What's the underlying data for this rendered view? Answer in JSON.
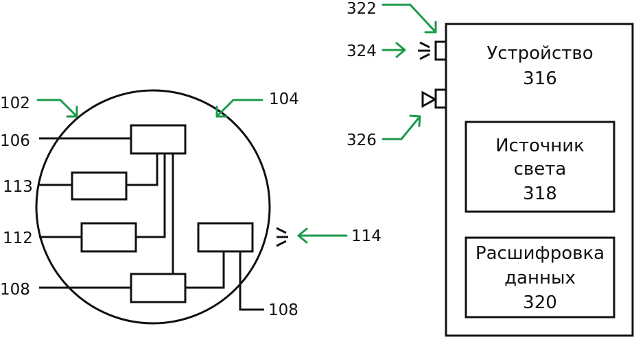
{
  "labels": {
    "ref_102": "102",
    "ref_104": "104",
    "ref_106": "106",
    "ref_113": "113",
    "ref_112": "112",
    "ref_108_left": "108",
    "ref_108_bottom": "108",
    "ref_114": "114",
    "ref_322": "322",
    "ref_324": "324",
    "ref_326": "326"
  },
  "device": {
    "title_line1": "Устройство",
    "title_line2": "316",
    "light_source_line1": "Источник",
    "light_source_line2": "света",
    "light_source_line3": "318",
    "decoder_line1": "Расшифровка",
    "decoder_line2": "данных",
    "decoder_line3": "320"
  },
  "colors": {
    "arrow": "#1a9a4a",
    "line": "#111111"
  }
}
